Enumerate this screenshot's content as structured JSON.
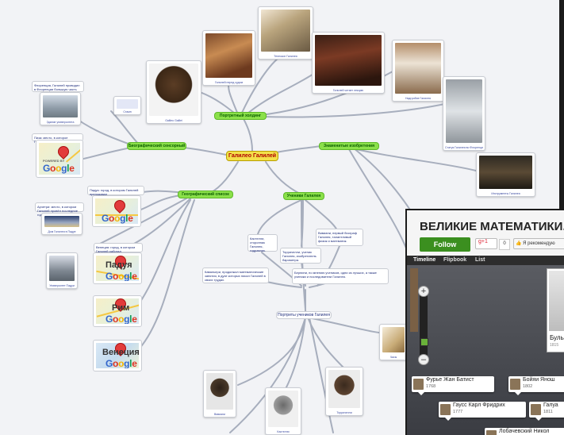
{
  "mindmap": {
    "center": "Галилео Галилей",
    "branches": {
      "portraits": "Портретный холдинг",
      "biography": "Биографический сенсорный",
      "geographic": "Географический список",
      "famous": "Знаменитые изобретения",
      "students": "Ученики Галилея",
      "student_portraits": "Портреты учеников Галилея"
    },
    "cities": [
      "Падуя",
      "Рим",
      "Венеция"
    ],
    "captions": {
      "galileo": "Galileo Galilei",
      "stamp": "Стамп",
      "court": "Галилей перед судом",
      "telescope": "Телескоп Галилея",
      "lecture": "Галилей читает лекцию",
      "tomb": "Надгробие Галилея",
      "statue": "Статуя Галилея во Флоренции",
      "instruments": "Инструменты Галилея",
      "building1": "Здание университета",
      "building2": "Дом Галилея в Падуе",
      "building3": "Университет Падуи",
      "student1": "Вивиани",
      "student2": "Кастелли",
      "student3": "Торричелли",
      "sundial": "Часы"
    },
    "notes": {
      "house": "Флоренция, Галилей проводил в Флоренции большую часть",
      "birth": "Пиза: место, в которое Галилей родился",
      "padua": "Падуя: город, в котором Галилей преподавал",
      "arcetri": "Арчетри: место, в котором Галилей провёл последние годы",
      "venice": "Венеция: город, в котором Галилей работал",
      "castelli": "Кастелли, сторонник Галилея, гидравлик.",
      "torricelli": "Торричелли, ученик Галилея, изобретатель барометра.",
      "viviani": "Вивиани, первый биограф Галилея, талантливый физик и математик.",
      "cavalieri": "Кавальери, продолжил математические занятия, в духе которых писал Галилей в своих трудах.",
      "tomb_note": "Бернини, по мнению учеников, одни из лучших, а также ученики и последователи Галилея."
    },
    "map_labels": {
      "powered_by": "POWERED BY",
      "google": "Google"
    }
  },
  "panel": {
    "title": "ВЕЛИКИЕ МАТЕМАТИКИ.",
    "follow": "Follow",
    "gplus": "g+1",
    "gplus_count": "0",
    "recommend": "Я рекомендую",
    "tabs": [
      "Timeline",
      "Flipbook",
      "List"
    ],
    "zoom_plus": "+",
    "zoom_minus": "–",
    "events": [
      {
        "name": "Фурье Жан Батист",
        "year": "1768"
      },
      {
        "name": "Бойяи Янош",
        "year": "1802"
      },
      {
        "name": "Гаусс Карл Фридрих",
        "year": "1777"
      },
      {
        "name": "Галуа",
        "year": "1811"
      },
      {
        "name": "Лобачевский Никол",
        "year": ""
      }
    ],
    "side_card": {
      "name": "Буль",
      "year": "1815"
    }
  },
  "colors": {
    "branch_green": "#8be04a",
    "center_yellow": "#f3e04a",
    "follow_green": "#3b8f1f",
    "link": "#a7aebd"
  }
}
